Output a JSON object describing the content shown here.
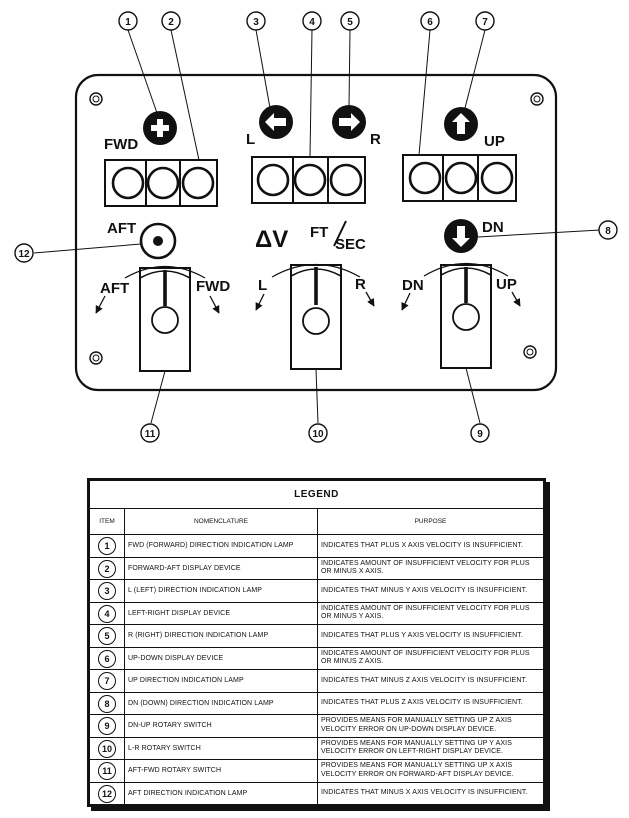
{
  "panel": {
    "labels": {
      "fwd": "FWD",
      "l": "L",
      "r": "R",
      "up": "UP",
      "aft": "AFT",
      "dn": "DN",
      "dv_symbol": "ΔV",
      "ft": "FT",
      "sec": "SEC",
      "aft_switch": "AFT",
      "fwd_switch": "FWD",
      "l_switch": "L",
      "r_switch": "R",
      "dn_switch": "DN",
      "up_switch": "UP"
    },
    "callouts": {
      "c1": "1",
      "c2": "2",
      "c3": "3",
      "c4": "4",
      "c5": "5",
      "c6": "6",
      "c7": "7",
      "c8": "8",
      "c9": "9",
      "c10": "10",
      "c11": "11",
      "c12": "12"
    }
  },
  "legend": {
    "title": "LEGEND",
    "headers": {
      "item": "ITEM",
      "nomenclature": "NOMENCLATURE",
      "purpose": "PURPOSE"
    },
    "rows": [
      {
        "item": "1",
        "nomenclature": "FWD (FORWARD) DIRECTION INDICATION LAMP",
        "purpose": "INDICATES THAT PLUS X AXIS VELOCITY IS INSUFFICIENT."
      },
      {
        "item": "2",
        "nomenclature": "FORWARD-AFT DISPLAY DEVICE",
        "purpose": "INDICATES AMOUNT OF INSUFFICIENT VELOCITY FOR PLUS OR MINUS X AXIS."
      },
      {
        "item": "3",
        "nomenclature": "L (LEFT) DIRECTION INDICATION LAMP",
        "purpose": "INDICATES THAT MINUS Y AXIS VELOCITY IS INSUFFICIENT."
      },
      {
        "item": "4",
        "nomenclature": "LEFT-RIGHT DISPLAY DEVICE",
        "purpose": "INDICATES AMOUNT OF INSUFFICIENT VELOCITY FOR PLUS OR MINUS Y AXIS."
      },
      {
        "item": "5",
        "nomenclature": "R (RIGHT) DIRECTION INDICATION LAMP",
        "purpose": "INDICATES THAT PLUS Y AXIS VELOCITY IS INSUFFICIENT."
      },
      {
        "item": "6",
        "nomenclature": "UP-DOWN DISPLAY DEVICE",
        "purpose": "INDICATES AMOUNT OF INSUFFICIENT VELOCITY FOR PLUS OR MINUS Z AXIS."
      },
      {
        "item": "7",
        "nomenclature": "UP DIRECTION INDICATION LAMP",
        "purpose": "INDICATES THAT MINUS Z AXIS VELOCITY IS INSUFFICIENT."
      },
      {
        "item": "8",
        "nomenclature": "DN (DOWN) DIRECTION INDICATION LAMP",
        "purpose": "INDICATES THAT PLUS Z AXIS VELOCITY IS INSUFFICIENT."
      },
      {
        "item": "9",
        "nomenclature": "DN-UP ROTARY SWITCH",
        "purpose": "PROVIDES MEANS FOR MANUALLY SETTING UP Z AXIS VELOCITY ERROR ON UP-DOWN DISPLAY DEVICE."
      },
      {
        "item": "10",
        "nomenclature": "L-R ROTARY SWITCH",
        "purpose": "PROVIDES MEANS FOR MANUALLY SETTING UP Y AXIS VELOCITY ERROR ON LEFT-RIGHT DISPLAY DEVICE."
      },
      {
        "item": "11",
        "nomenclature": "AFT-FWD ROTARY SWITCH",
        "purpose": "PROVIDES MEANS FOR MANUALLY SETTING UP X AXIS VELOCITY ERROR ON FORWARD-AFT DISPLAY DEVICE."
      },
      {
        "item": "12",
        "nomenclature": "AFT DIRECTION INDICATION LAMP",
        "purpose": "INDICATES THAT MINUS X AXIS VELOCITY IS INSUFFICIENT."
      }
    ]
  }
}
